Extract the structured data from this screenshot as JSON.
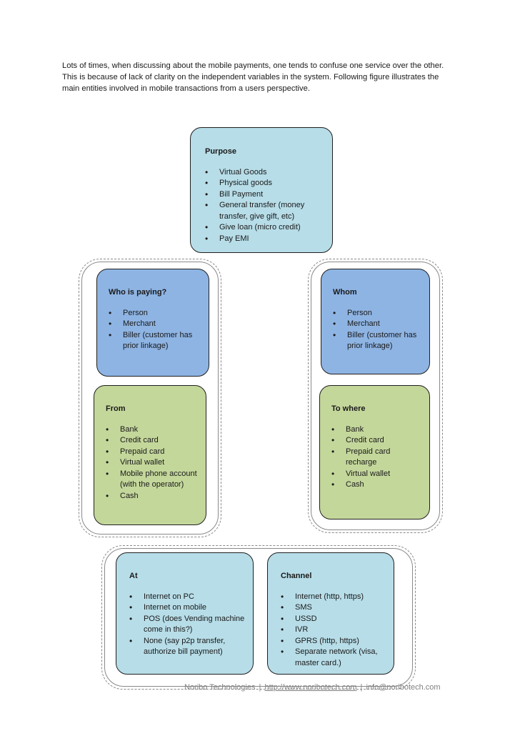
{
  "intro": {
    "line1": "Lots of times, when discussing about the mobile payments, one tends to confuse one service over the other.",
    "line2": "This is because of lack of clarity on the independent variables in the system.  Following figure illustrates the",
    "line3": "main entities involved in mobile transactions from a users perspective."
  },
  "purpose": {
    "title": "Purpose",
    "items": [
      "Virtual Goods",
      "Physical goods",
      "Bill Payment",
      "General transfer (money transfer, give gift, etc)",
      "Give loan (micro credit)",
      "Pay EMI"
    ]
  },
  "who": {
    "title": "Who is paying?",
    "items": [
      "Person",
      "Merchant",
      "Biller (customer has prior linkage)"
    ]
  },
  "whom": {
    "title": "Whom",
    "items": [
      "Person",
      "Merchant",
      "Biller (customer has prior linkage)"
    ]
  },
  "from": {
    "title": "From",
    "items": [
      "Bank",
      "Credit card",
      "Prepaid card",
      "Virtual wallet",
      "Mobile phone account (with the operator)",
      "Cash"
    ]
  },
  "towhere": {
    "title": "To where",
    "items": [
      "Bank",
      "Credit card",
      "Prepaid card recharge",
      "Virtual wallet",
      "Cash"
    ]
  },
  "at": {
    "title": "At",
    "items": [
      "Internet on PC",
      "Internet on mobile",
      "POS (does Vending machine come in this?)",
      "None (say p2p transfer, authorize bill payment)"
    ]
  },
  "channel": {
    "title": "Channel",
    "items": [
      "Internet (http, https)",
      "SMS",
      "USSD",
      "IVR",
      "GPRS (http, https)",
      "Separate network (visa, master card.)"
    ]
  },
  "footer": {
    "company": "Noribo Technologies",
    "separator": "|",
    "url": "http://www.noribotech.com",
    "email": "info@noribotech.com"
  },
  "colors": {
    "light_blue": "#b7dde8",
    "blue": "#8eb4e3",
    "green": "#c4d79b"
  }
}
